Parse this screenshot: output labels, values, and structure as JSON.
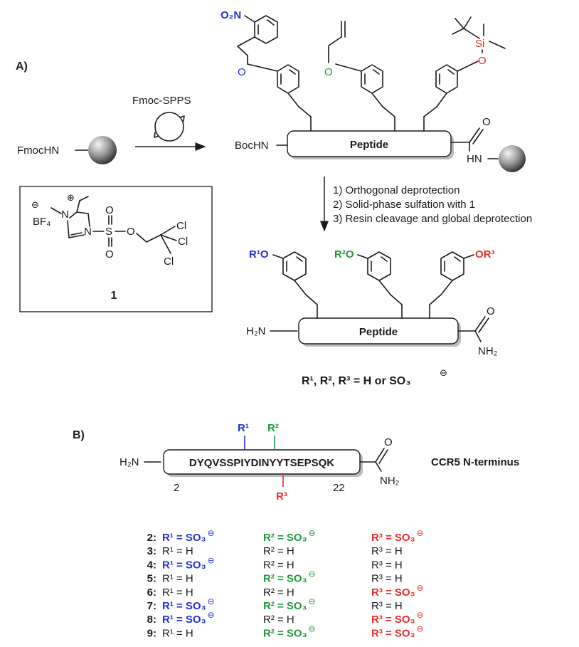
{
  "panel_a": {
    "label": "A)",
    "start": "FmocHN",
    "step1": "Fmoc-SPPS",
    "intermediate_n": "BocHN",
    "core": "Peptide",
    "amide_nh": "HN",
    "amide_o": "O",
    "nitro": "O₂N",
    "ether_o": "O",
    "silyl_si": "Si",
    "silyl_o": "O",
    "steps": [
      "1) Orthogonal deprotection",
      "2) Solid-phase sulfation with 1",
      "3) Resin cleavage and global deprotection"
    ],
    "product_n": "H₂N",
    "product_nh2": "NH₂",
    "r1o": "R¹O",
    "r2o": "R²O",
    "or3": "OR³",
    "legend": "R¹, R², R³ = H or SO₃",
    "charge": "⊖"
  },
  "reagent": {
    "number": "1",
    "bf4": "BF₄",
    "n1": "N",
    "n2": "N",
    "s": "S",
    "o_top": "O",
    "o_bottom": "O",
    "o_ester": "O",
    "cl": "Cl",
    "minus": "⊖",
    "plus": "⊕"
  },
  "panel_b": {
    "label": "B)",
    "n_term": "H₂N",
    "sequence": "DYQVSSPIYDINYYTSEPSQK",
    "start_index": "2",
    "end_index": "22",
    "c_o": "O",
    "c_nh2": "NH₂",
    "title": "CCR5 N-terminus",
    "r1": "R¹",
    "r2": "R²",
    "r3": "R³"
  },
  "table": [
    {
      "id": "2",
      "r1": "R¹ = SO₃",
      "r1s": true,
      "r2": "R² = SO₃",
      "r2s": true,
      "r3": "R³ = SO₃",
      "r3s": true
    },
    {
      "id": "3",
      "r1": "R¹ = H",
      "r1s": false,
      "r2": "R² = H",
      "r2s": false,
      "r3": "R³ = H",
      "r3s": false
    },
    {
      "id": "4",
      "r1": "R¹ = SO₃",
      "r1s": true,
      "r2": "R² = H",
      "r2s": false,
      "r3": "R³ = H",
      "r3s": false
    },
    {
      "id": "5",
      "r1": "R¹ = H",
      "r1s": false,
      "r2": "R² = SO₃",
      "r2s": true,
      "r3": "R³ = H",
      "r3s": false
    },
    {
      "id": "6",
      "r1": "R¹ = H",
      "r1s": false,
      "r2": "R² = H",
      "r2s": false,
      "r3": "R³ = SO₃",
      "r3s": true
    },
    {
      "id": "7",
      "r1": "R¹ = SO₃",
      "r1s": true,
      "r2": "R² = SO₃",
      "r2s": true,
      "r3": "R³ = H",
      "r3s": false
    },
    {
      "id": "8",
      "r1": "R¹ = SO₃",
      "r1s": true,
      "r2": "R² = H",
      "r2s": false,
      "r3": "R³ = SO₃",
      "r3s": true
    },
    {
      "id": "9",
      "r1": "R¹ = H",
      "r1s": false,
      "r2": "R² = SO₃",
      "r2s": true,
      "r3": "R³ = SO₃",
      "r3s": true
    }
  ],
  "colors": {
    "r1": "#2233dd",
    "r2": "#1f9a3a",
    "r3": "#ee2a2a",
    "ink": "#1a1a1a"
  }
}
